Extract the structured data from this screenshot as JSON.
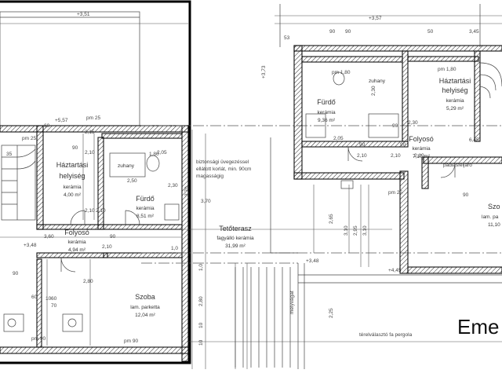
{
  "left_unit": {
    "rooms": [
      {
        "name": "Háztartási",
        "name2": "helyiség",
        "floor": "kerámia",
        "area": "4,00 m²"
      },
      {
        "name": "Fürdő",
        "floor": "kerámia",
        "area": "8,51 m²"
      },
      {
        "name": "Folyosó",
        "floor": "kerámia",
        "area": "4,94 m²"
      },
      {
        "name": "Szoba",
        "floor": "lam. parketta",
        "area": "12,04 m²"
      }
    ],
    "sill_labels": [
      "pm 25",
      "pm 25",
      "pm 90",
      "pm 90"
    ],
    "shower": "zuhany",
    "levels": [
      "+3,51",
      "+5,57",
      "+3,48"
    ],
    "dims": [
      "2,15",
      "2,10",
      "2,10",
      "2,10",
      "3,60",
      "2,05",
      "1,80",
      "2,50",
      "2,80",
      "2,30",
      "1,0",
      "3,70",
      "90",
      "90",
      "90",
      "60",
      "60",
      "70",
      "10",
      "35",
      "2,10",
      "60"
    ]
  },
  "terrace": {
    "note": [
      "biztonsági üvegezéssel",
      "ellátott korlát, min. 90cm",
      "magasságig"
    ],
    "name": "Tetőterasz",
    "floor": "fagyálló kerámia",
    "area": "31,99 m²",
    "pergola": "térelválasztó fa pergola",
    "edge_label": "melyvágat",
    "levels": [
      "+3,48",
      "+4,45"
    ],
    "dims": [
      "3,70",
      "2,65",
      "3,10",
      "2,95",
      "3,10",
      "2,80",
      "2,25",
      "1,0",
      "10",
      "10"
    ]
  },
  "right_unit": {
    "rooms": [
      {
        "name": "Fürdő",
        "floor": "kerámia",
        "area": "9,36 m²"
      },
      {
        "name": "Háztartási",
        "name2": "helyiség",
        "floor": "kerámia",
        "area": "5,29 m²"
      },
      {
        "name": "Folyosó",
        "floor": "kerámia",
        "area": "7,10 m²"
      },
      {
        "name": "Szo",
        "floor": "lam. pa",
        "area": "11,10"
      }
    ],
    "sill_labels": [
      "pm 1,80",
      "pm 1,80",
      "pm 25"
    ],
    "shower": "zuhany",
    "stair_label": "padlásfeljáró",
    "levels": [
      "+3,57",
      "+3,73"
    ],
    "dims": [
      "90",
      "2,30",
      "2,05",
      "2,10",
      "90",
      "2,10",
      "90",
      "50",
      "2,10",
      "90",
      "2,30",
      "6,45",
      "3,45",
      "90",
      "90",
      "53"
    ]
  },
  "floor_title": "Eme"
}
